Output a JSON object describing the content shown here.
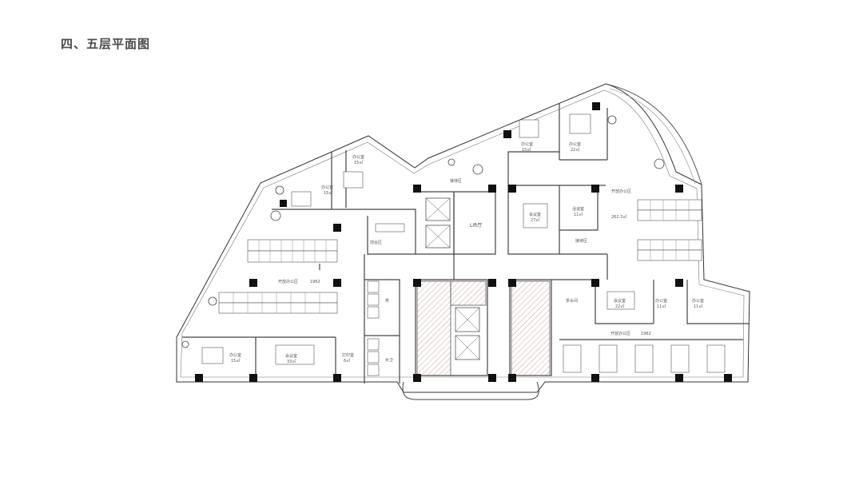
{
  "title": "四、五层平面图",
  "rooms": {
    "office_a": "办公室",
    "office_a_area": "15㎡",
    "office_b": "办公室",
    "office_b_area": "15㎡",
    "office_c": "办公室",
    "office_c_area": "15㎡",
    "office_d": "办公室",
    "office_d_area": "22㎡",
    "reception": "接待区",
    "lobby_hall": "Lift厅",
    "meeting_a": "会议室",
    "meeting_a_area": "27㎡",
    "negotiation": "洽谈室",
    "negotiation_area": "11㎡",
    "open_office_right": "开放办公区",
    "open_office_right_area": "262.3㎡",
    "front_desk": "前台区",
    "reception_2": "接待区",
    "open_office_left": "开放办公区",
    "open_office_left_area": "1962",
    "pantry": "茶水间",
    "meeting_b": "会议室",
    "meeting_b_area": "22㎡",
    "office_e": "办公室",
    "office_e_area": "11㎡",
    "office_f": "办公室",
    "office_f_area": "11㎡",
    "open_office_bottom": "开放办公区",
    "open_office_bottom_area": "1962",
    "office_g": "办公室",
    "office_g_area": "15㎡",
    "meeting_c": "会议室",
    "meeting_c_area": "33㎡",
    "print_room": "打印室",
    "print_room_area": "6㎡",
    "wc_m": "男",
    "wc_f": "女卫"
  }
}
